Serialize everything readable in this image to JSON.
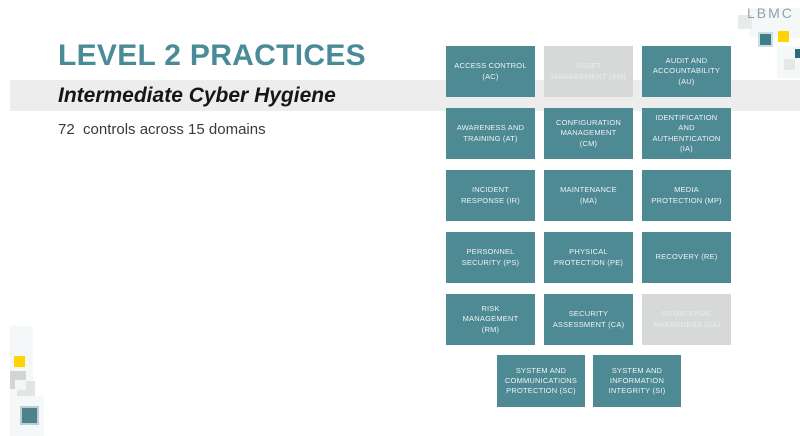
{
  "slide": {
    "title": "LEVEL 2 PRACTICES",
    "subtitle": "Intermediate Cyber Hygiene",
    "summary": "72  controls across 15 domains",
    "brand": "LBMC"
  },
  "palette": {
    "teal_box": "#4E8A94",
    "title_teal": "#4A8B98",
    "inactive_gray_box": "#D7D8D8",
    "band_gray": "#EDEDED",
    "accent_yellow": "#FFD400"
  },
  "domains": {
    "grid": [
      {
        "label": "ACCESS CONTROL (AC)",
        "variant": "teal"
      },
      {
        "label": "ASSET MANAGEMENT (AM)",
        "variant": "gray"
      },
      {
        "label": "AUDIT AND ACCOUNTABILITY (AU)",
        "variant": "teal"
      },
      {
        "label": "AWARENESS AND TRAINING (AT)",
        "variant": "teal"
      },
      {
        "label": "CONFIGURATION MANAGEMENT (CM)",
        "variant": "teal"
      },
      {
        "label": "IDENTIFICATION AND AUTHENTICATION (IA)",
        "variant": "teal"
      },
      {
        "label": "INCIDENT RESPONSE (IR)",
        "variant": "teal"
      },
      {
        "label": "MAINTENANCE (MA)",
        "variant": "teal"
      },
      {
        "label": "MEDIA PROTECTION (MP)",
        "variant": "teal"
      },
      {
        "label": "PERSONNEL SECURITY (PS)",
        "variant": "teal"
      },
      {
        "label": "PHYSICAL PROTECTION (PE)",
        "variant": "teal"
      },
      {
        "label": "RECOVERY (RE)",
        "variant": "teal"
      },
      {
        "label": "RISK MANAGEMENT (RM)",
        "variant": "teal"
      },
      {
        "label": "SECURITY ASSESSMENT (CA)",
        "variant": "teal"
      },
      {
        "label": "SITUATIONAL AWARENESS (SA)",
        "variant": "gray"
      }
    ],
    "bottom": [
      {
        "label": "SYSTEM AND COMMUNICATIONS PROTECTION (SC)",
        "variant": "teal"
      },
      {
        "label": "SYSTEM AND INFORMATION INTEGRITY (SI)",
        "variant": "teal"
      }
    ]
  }
}
